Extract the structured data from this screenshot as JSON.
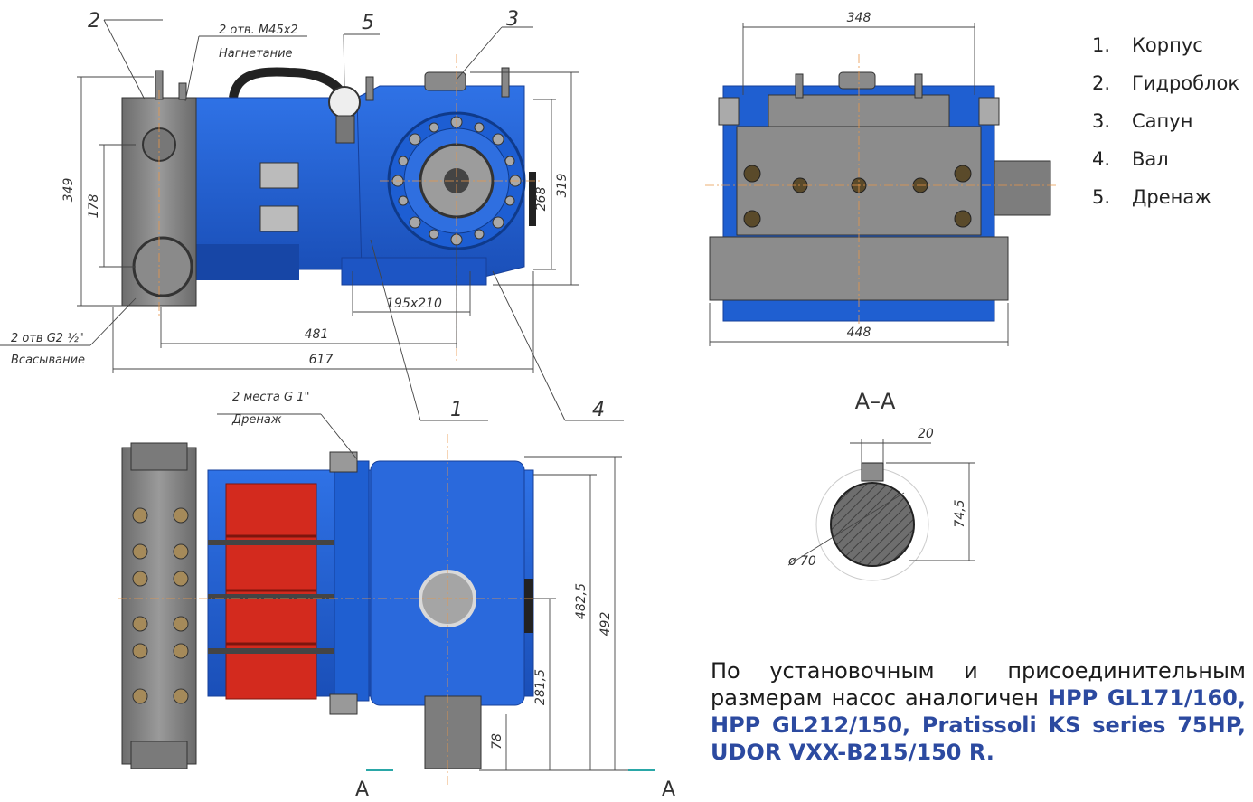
{
  "legend": [
    {
      "num": "1.",
      "label": "Корпус"
    },
    {
      "num": "2.",
      "label": "Гидроблок"
    },
    {
      "num": "3.",
      "label": "Сапун"
    },
    {
      "num": "4.",
      "label": "Вал"
    },
    {
      "num": "5.",
      "label": "Дренаж"
    }
  ],
  "callouts": [
    "1",
    "2",
    "3",
    "4",
    "5"
  ],
  "notes": {
    "discharge_thread": "2 отв. М45х2",
    "discharge": "Нагнетание",
    "suction_thread": "2 отв G2 ½\"",
    "suction": "Всасывание",
    "drain_thread": "2 места G 1\"",
    "drain": "Дренаж"
  },
  "dims": {
    "front_height": "349",
    "block_height": "178",
    "housing_height": "268",
    "top_height": "319",
    "foot_span": "195x210",
    "mid_length": "481",
    "total_length": "617",
    "side_width": "348",
    "base_width": "448",
    "bottom_width": "482,5",
    "bottom_total": "492",
    "shaft_axis": "281,5",
    "shaft_len": "78",
    "key_width": "20",
    "shaft_key": "74,5",
    "shaft_dia": "ø 70"
  },
  "section": {
    "title": "А–А",
    "arrow_left": "А",
    "arrow_right": "А"
  },
  "compat": {
    "text": "По установочным и присоединительным размерам насос аналогичен ",
    "models": "HPP GL171/160, HPP GL212/150, Pratissoli KS series 75HP, UDOR VXX-B215/150 R."
  },
  "colors": {
    "body": "#1f5fd1",
    "body_dark": "#1746a6",
    "hydro": "#8c8c8c",
    "red": "#d32a1e",
    "line": "#444444"
  }
}
